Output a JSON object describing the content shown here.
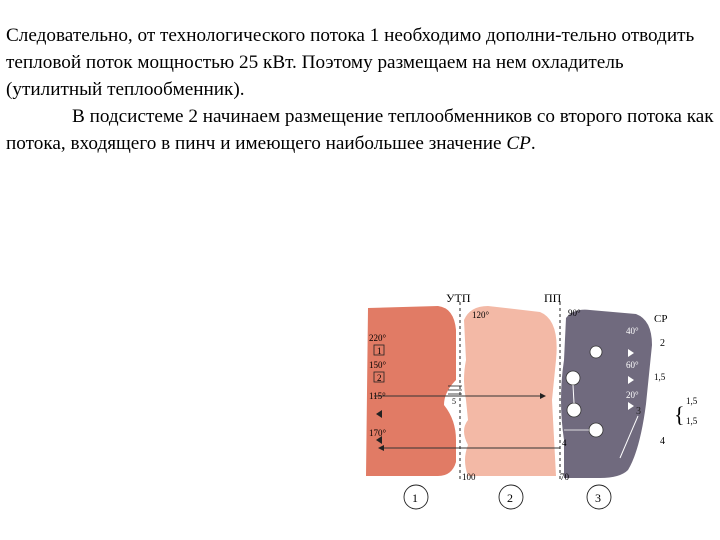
{
  "paragraph1": "Следовательно, от технологического потока 1 необходимо дополни-тельно отводить тепловой поток мощностью 25 кВт. Поэтому размещаем на нем охладитель (утилитный теплообменник).",
  "paragraph2_main": "В подсистеме 2 начинаем размещение теплообменников со второго потока как потока, входящего в пинч и имеющего наибольшее значение ",
  "paragraph2_cp": "CP",
  "paragraph2_end": ".",
  "figure": {
    "label_utp": "УТП",
    "label_pp": "ПП",
    "label_cp": "CP",
    "temp_120": "120°",
    "temp_90": "90°",
    "temp_220": "220°",
    "temp_150": "150°",
    "temp_115": "115°",
    "temp_170": "170°",
    "temp_40": "40°",
    "temp_60": "60°",
    "temp_20": "20°",
    "stream_1": "1",
    "stream_2": "2",
    "stream_3": "3",
    "stream_4": "4",
    "stream_5": "5",
    "cp_2": "2",
    "cp_1_5a": "1,5",
    "cp_1_5b": "1,5",
    "cp_1_5c": "1,5",
    "cp_4": "4",
    "bottom_100": "100",
    "bottom_70": "70",
    "subsystem_1": "1",
    "subsystem_2": "2",
    "subsystem_3": "3",
    "colors": {
      "region1": "#e17b65",
      "region2": "#f3b9a6",
      "region3": "#706a7e"
    }
  }
}
